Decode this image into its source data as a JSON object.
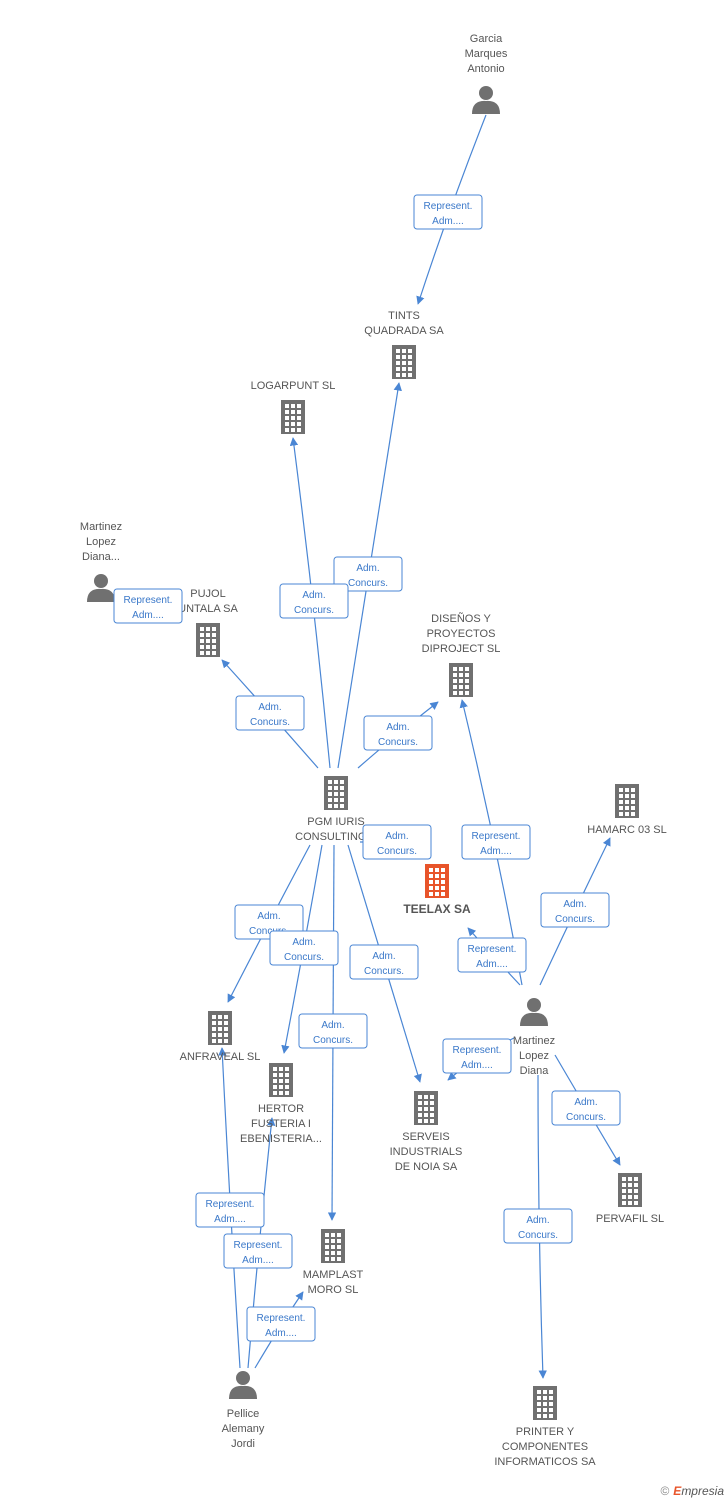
{
  "nodes": [
    {
      "id": "garcia",
      "type": "person",
      "label": [
        "Garcia",
        "Marques",
        "Antonio"
      ]
    },
    {
      "id": "tints",
      "type": "company",
      "label": [
        "TINTS",
        "QUADRADA SA"
      ]
    },
    {
      "id": "logarpunt",
      "type": "company",
      "label": [
        "LOGARPUNT SL"
      ]
    },
    {
      "id": "martinez1",
      "type": "person",
      "label": [
        "Martinez",
        "Lopez",
        "Diana..."
      ]
    },
    {
      "id": "pujol",
      "type": "company",
      "label": [
        "PUJOL",
        "UNTALA SA"
      ]
    },
    {
      "id": "disenos",
      "type": "company",
      "label": [
        "DISEÑOS Y",
        "PROYECTOS",
        "DIPROJECT SL"
      ]
    },
    {
      "id": "pgm",
      "type": "company",
      "label": [
        "PGM IURIS",
        "CONSULTING S"
      ]
    },
    {
      "id": "teelax",
      "type": "focus",
      "label": [
        "TEELAX SA"
      ]
    },
    {
      "id": "hamarc",
      "type": "company",
      "label": [
        "HAMARC 03 SL"
      ]
    },
    {
      "id": "martinez2",
      "type": "person",
      "label": [
        "Martinez",
        "Lopez",
        "Diana"
      ]
    },
    {
      "id": "anfraveal",
      "type": "company",
      "label": [
        "ANFRAVEAL SL"
      ]
    },
    {
      "id": "hertor",
      "type": "company",
      "label": [
        "HERTOR",
        "FUSTERIA I",
        "EBENISTERIA..."
      ]
    },
    {
      "id": "serveis",
      "type": "company",
      "label": [
        "SERVEIS",
        "INDUSTRIALS",
        "DE NOIA SA"
      ]
    },
    {
      "id": "pervafil",
      "type": "company",
      "label": [
        "PERVAFIL SL"
      ]
    },
    {
      "id": "mamplast",
      "type": "company",
      "label": [
        "MAMPLAST",
        "MORO SL"
      ]
    },
    {
      "id": "pellice",
      "type": "person",
      "label": [
        "Pellice",
        "Alemany",
        "Jordi"
      ]
    },
    {
      "id": "printer",
      "type": "company",
      "label": [
        "PRINTER Y",
        "COMPONENTES",
        "INFORMATICOS SA"
      ]
    }
  ],
  "edges": [
    {
      "from": "garcia",
      "to": "tints",
      "label": [
        "Represent.",
        "Adm...."
      ]
    },
    {
      "from": "pgm",
      "to": "tints",
      "label": [
        "Adm.",
        "Concurs."
      ]
    },
    {
      "from": "pgm",
      "to": "logarpunt",
      "label": [
        "Adm.",
        "Concurs."
      ]
    },
    {
      "from": "martinez1",
      "to": "pujol",
      "label": [
        "Represent.",
        "Adm...."
      ]
    },
    {
      "from": "pgm",
      "to": "pujol",
      "label": [
        "Adm.",
        "Concurs."
      ]
    },
    {
      "from": "pgm",
      "to": "disenos",
      "label": [
        "Adm.",
        "Concurs."
      ]
    },
    {
      "from": "pgm",
      "to": "teelax",
      "label": [
        "Adm.",
        "Concurs."
      ]
    },
    {
      "from": "martinez2",
      "to": "disenos",
      "label": [
        "Represent.",
        "Adm...."
      ]
    },
    {
      "from": "martinez2",
      "to": "hamarc",
      "label": [
        "Adm.",
        "Concurs."
      ]
    },
    {
      "from": "martinez2",
      "to": "teelax",
      "label": [
        "Represent.",
        "Adm...."
      ]
    },
    {
      "from": "pgm",
      "to": "anfraveal",
      "label": [
        "Adm.",
        "Concurs."
      ]
    },
    {
      "from": "pgm",
      "to": "hertor",
      "label": [
        "Adm.",
        "Concurs."
      ]
    },
    {
      "from": "pgm",
      "to": "mamplast",
      "label": [
        "Adm.",
        "Concurs."
      ]
    },
    {
      "from": "pgm",
      "to": "serveis",
      "label": [
        "Adm.",
        "Concurs."
      ]
    },
    {
      "from": "martinez2",
      "to": "serveis",
      "label": [
        "Represent.",
        "Adm...."
      ]
    },
    {
      "from": "martinez2",
      "to": "pervafil",
      "label": [
        "Adm.",
        "Concurs."
      ]
    },
    {
      "from": "martinez2",
      "to": "printer",
      "label": [
        "Adm.",
        "Concurs."
      ]
    },
    {
      "from": "pellice",
      "to": "anfraveal",
      "label": [
        "Represent.",
        "Adm...."
      ]
    },
    {
      "from": "pellice",
      "to": "hertor",
      "label": [
        "Represent.",
        "Adm...."
      ]
    },
    {
      "from": "pellice",
      "to": "mamplast",
      "label": [
        "Represent.",
        "Adm...."
      ]
    }
  ],
  "colors": {
    "edge": "#4a86d4",
    "icon": "#707070",
    "focus_icon": "#e8542a"
  },
  "footer": {
    "copyright": "©",
    "brand_initial": "E",
    "brand_rest": "mpresia"
  }
}
